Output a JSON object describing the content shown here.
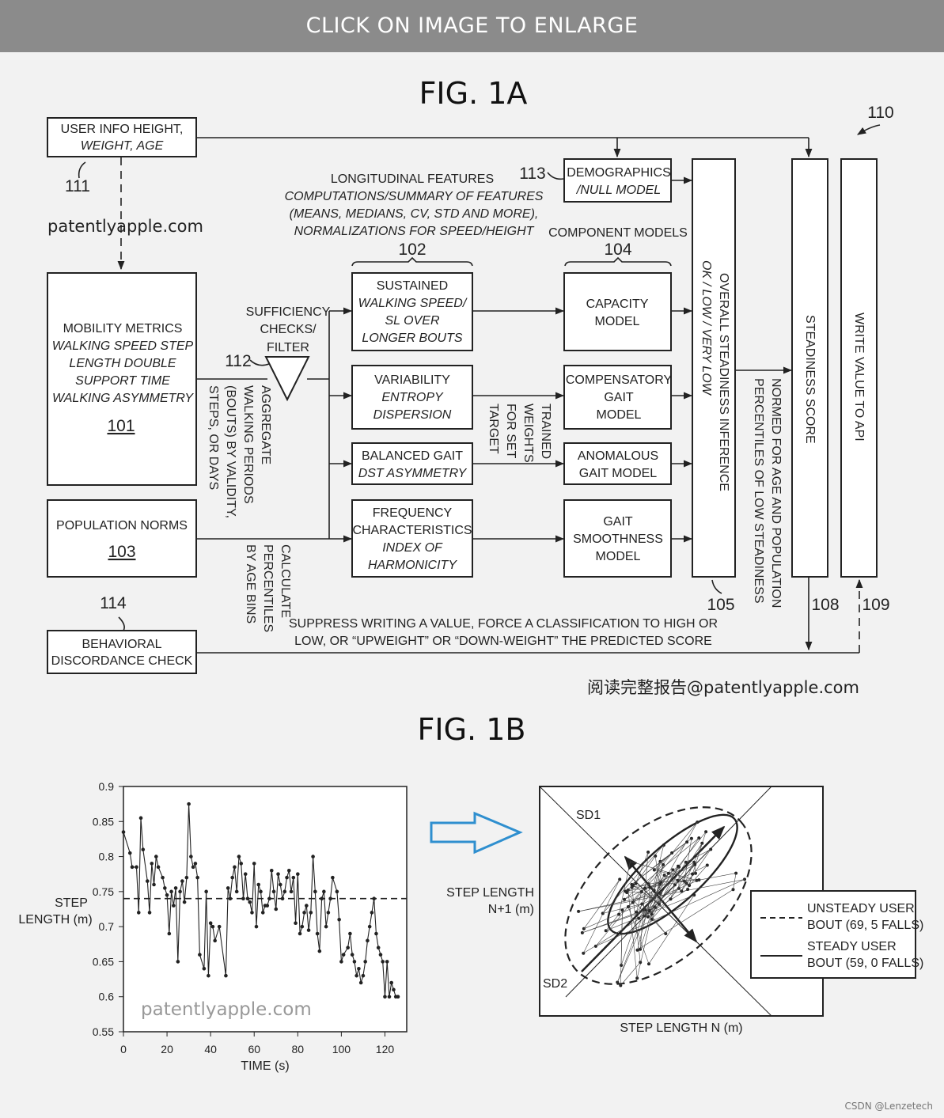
{
  "banner": "CLICK ON IMAGE TO ENLARGE",
  "footer": "CSDN @Lenzetech",
  "fig1a": {
    "title": "FIG. 1A",
    "ref_110": "110",
    "user_info": [
      "USER INFO HEIGHT,",
      "WEIGHT, AGE"
    ],
    "ref_111": "111",
    "watermark": "patentlyapple.com",
    "mobility": [
      "MOBILITY METRICS",
      "WALKING SPEED STEP",
      "LENGTH DOUBLE",
      "SUPPORT TIME",
      "WALKING ASYMMETRY"
    ],
    "ref_101": "101",
    "population": "POPULATION NORMS",
    "ref_103": "103",
    "ref_114": "114",
    "behavioral": [
      "BEHAVIORAL",
      "DISCORDANCE CHECK"
    ],
    "sufficiency": [
      "SUFFICIENCY",
      "CHECKS/",
      "FILTER"
    ],
    "ref_112": "112",
    "aggregate": [
      "AGGREGATE",
      "WALKING PERIODS",
      "(BOUTS) BY VALIDITY,",
      "STEPS, OR DAYS"
    ],
    "percentiles": [
      "CALCULATE",
      "PERCENTILES",
      "BY AGE BINS"
    ],
    "longitudinal": [
      "LONGITUDINAL FEATURES",
      "COMPUTATIONS/SUMMARY OF FEATURES",
      "(MEANS, MEDIANS, CV, STD AND MORE),",
      "NORMALIZATIONS FOR SPEED/HEIGHT"
    ],
    "ref_102": "102",
    "ref_113": "113",
    "demographics": [
      "DEMOGRAPHICS",
      "/NULL MODEL"
    ],
    "component_models": "COMPONENT MODELS",
    "ref_104": "104",
    "feat_sustained": [
      "SUSTAINED",
      "WALKING SPEED/",
      "SL OVER",
      "LONGER BOUTS"
    ],
    "feat_variability": [
      "VARIABILITY",
      "ENTROPY",
      "DISPERSION"
    ],
    "feat_balanced": [
      "BALANCED GAIT",
      "DST ASYMMETRY"
    ],
    "feat_frequency": [
      "FREQUENCY",
      "CHARACTERISTICS",
      "INDEX OF",
      "HARMONICITY"
    ],
    "trained": [
      "TRAINED",
      "WEIGHTS",
      "FOR SET",
      "TARGET"
    ],
    "model_capacity": [
      "CAPACITY",
      "MODEL"
    ],
    "model_compensatory": [
      "COMPENSATORY",
      "GAIT",
      "MODEL"
    ],
    "model_anomalous": [
      "ANOMALOUS",
      "GAIT MODEL"
    ],
    "model_smoothness": [
      "GAIT",
      "SMOOTHNESS",
      "MODEL"
    ],
    "inference": [
      "OVERALL STEADINESS INFERENCE",
      "OK   /   LOW   /   VERY LOW"
    ],
    "ref_105": "105",
    "normed": [
      "NORMED FOR AGE AND POPULATION",
      "PERCENTILES OF LOW STEADINESS"
    ],
    "steadiness_score": "STEADINESS SCORE",
    "ref_108": "108",
    "write_api": "WRITE VALUE TO API",
    "ref_109": "109",
    "suppress": [
      "SUPPRESS WRITING A VALUE, FORCE A CLASSIFICATION TO HIGH OR",
      "LOW, OR “UPWEIGHT” OR “DOWN-WEIGHT” THE PREDICTED SCORE"
    ],
    "chinese_wm": "阅读完整报告@patentlyapple.com"
  },
  "fig1b": {
    "title": "FIG. 1B",
    "watermark": "patentlyapple.com",
    "arrow_color": "#2f8fcf",
    "poincare": {
      "sd1": "SD1",
      "sd2": "SD2",
      "ylabel": [
        "STEP LENGTH",
        "N+1 (m)"
      ],
      "xlabel": "STEP LENGTH N (m)",
      "legend": [
        {
          "style": "dashed",
          "lines": [
            "UNSTEADY USER",
            "BOUT (69, 5 FALLS)"
          ]
        },
        {
          "style": "solid",
          "lines": [
            "STEADY USER",
            "BOUT (59, 0 FALLS)"
          ]
        }
      ]
    }
  },
  "chart_data": {
    "type": "line",
    "xlabel": "TIME (s)",
    "ylabel": "STEP LENGTH (m)",
    "xlim": [
      0,
      130
    ],
    "ylim": [
      0.55,
      0.9
    ],
    "x_ticks": [
      0,
      20,
      40,
      60,
      80,
      100,
      120
    ],
    "y_ticks": [
      0.55,
      0.6,
      0.65,
      0.7,
      0.75,
      0.8,
      0.85,
      0.9
    ],
    "reference_line": 0.74,
    "x": [
      0,
      3,
      4,
      6,
      7,
      8,
      9,
      11,
      12,
      13,
      14,
      15,
      16,
      18,
      19,
      20,
      21,
      22,
      23,
      24,
      25,
      26,
      27,
      28,
      29,
      30,
      31,
      32,
      33,
      34,
      35,
      37,
      38,
      39,
      40,
      41,
      42,
      44,
      47,
      48,
      49,
      50,
      51,
      52,
      53,
      54,
      55,
      56,
      57,
      58,
      59,
      60,
      61,
      62,
      63,
      64,
      65,
      66,
      67,
      68,
      69,
      70,
      71,
      72,
      73,
      74,
      75,
      76,
      77,
      78,
      79,
      80,
      81,
      82,
      83,
      84,
      85,
      86,
      87,
      88,
      89,
      90,
      91,
      92,
      93,
      94,
      95,
      96,
      98,
      99,
      100,
      101,
      103,
      104,
      105,
      106,
      107,
      108,
      109,
      110,
      111,
      112,
      113,
      114,
      115,
      116,
      117,
      118,
      119,
      120,
      121,
      122,
      123,
      124,
      125,
      126
    ],
    "values": [
      0.835,
      0.805,
      0.785,
      0.785,
      0.72,
      0.855,
      0.81,
      0.765,
      0.72,
      0.79,
      0.76,
      0.8,
      0.785,
      0.77,
      0.755,
      0.745,
      0.69,
      0.75,
      0.73,
      0.755,
      0.65,
      0.75,
      0.765,
      0.735,
      0.77,
      0.875,
      0.8,
      0.785,
      0.79,
      0.77,
      0.66,
      0.64,
      0.75,
      0.63,
      0.705,
      0.7,
      0.68,
      0.7,
      0.63,
      0.755,
      0.74,
      0.77,
      0.785,
      0.75,
      0.8,
      0.79,
      0.74,
      0.775,
      0.74,
      0.735,
      0.72,
      0.79,
      0.7,
      0.76,
      0.75,
      0.72,
      0.73,
      0.73,
      0.74,
      0.78,
      0.75,
      0.725,
      0.775,
      0.76,
      0.74,
      0.75,
      0.77,
      0.78,
      0.75,
      0.77,
      0.705,
      0.775,
      0.69,
      0.7,
      0.72,
      0.73,
      0.695,
      0.72,
      0.8,
      0.75,
      0.69,
      0.665,
      0.74,
      0.75,
      0.7,
      0.72,
      0.74,
      0.77,
      0.75,
      0.71,
      0.65,
      0.66,
      0.67,
      0.69,
      0.66,
      0.65,
      0.63,
      0.64,
      0.62,
      0.63,
      0.65,
      0.68,
      0.7,
      0.72,
      0.74,
      0.69,
      0.67,
      0.66,
      0.65,
      0.6,
      0.65,
      0.6,
      0.62,
      0.61,
      0.6,
      0.6
    ]
  }
}
